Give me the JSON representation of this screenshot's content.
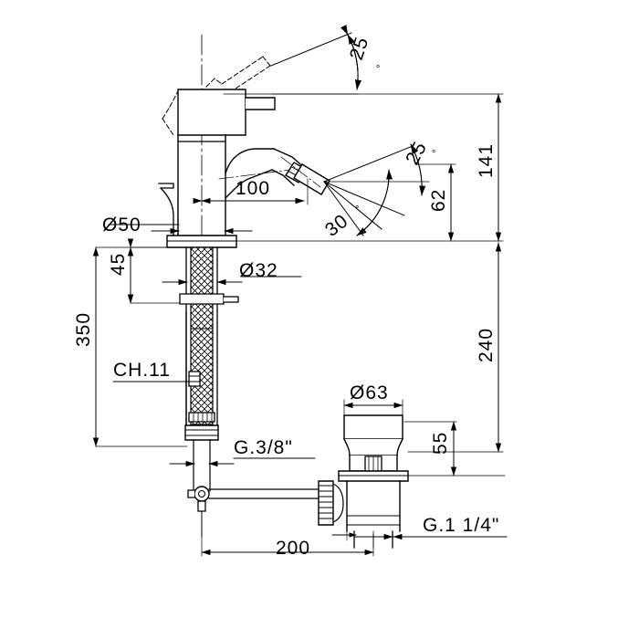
{
  "drawing": {
    "type": "technical-line-drawing",
    "subject": "bidet mixer tap with pop-up waste",
    "background_color": "#ffffff",
    "line_color": "#000000",
    "units": "mm"
  },
  "dimensions": {
    "spout_reach": "100",
    "body_diameter": "Ø50",
    "shank_diameter": "Ø32",
    "base_height": "45",
    "hose_length": "350",
    "spanner_size": "CH.11",
    "supply_thread": "G.3/8\"",
    "waste_thread": "G.1 1/4\"",
    "waste_flange_diameter": "Ø63",
    "waste_height": "55",
    "offset_200": "200",
    "height_141": "141",
    "height_62": "62",
    "height_240": "240"
  },
  "angles": {
    "handle_lever": "25",
    "spray_upper": "25",
    "spray_lower": "30",
    "degree_symbol": "°"
  }
}
